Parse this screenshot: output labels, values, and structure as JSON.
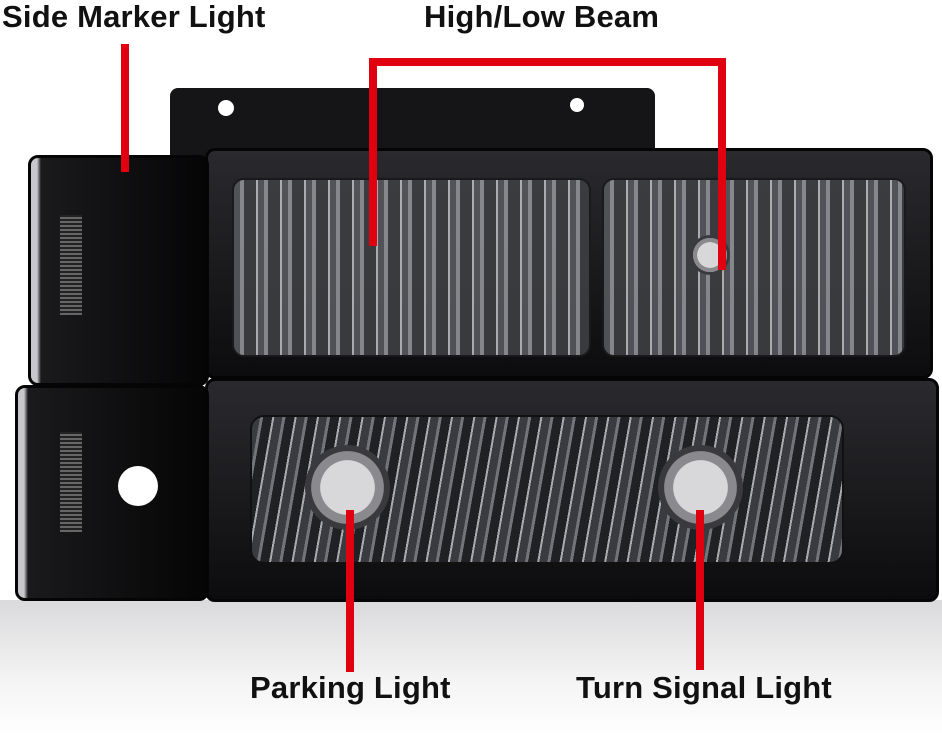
{
  "labels": {
    "side_marker": "Side Marker Light",
    "high_low_beam": "High/Low Beam",
    "parking": "Parking Light",
    "turn_signal": "Turn Signal Light"
  },
  "colors": {
    "callout": "#e0000f",
    "housing": "#0c0c0e"
  }
}
